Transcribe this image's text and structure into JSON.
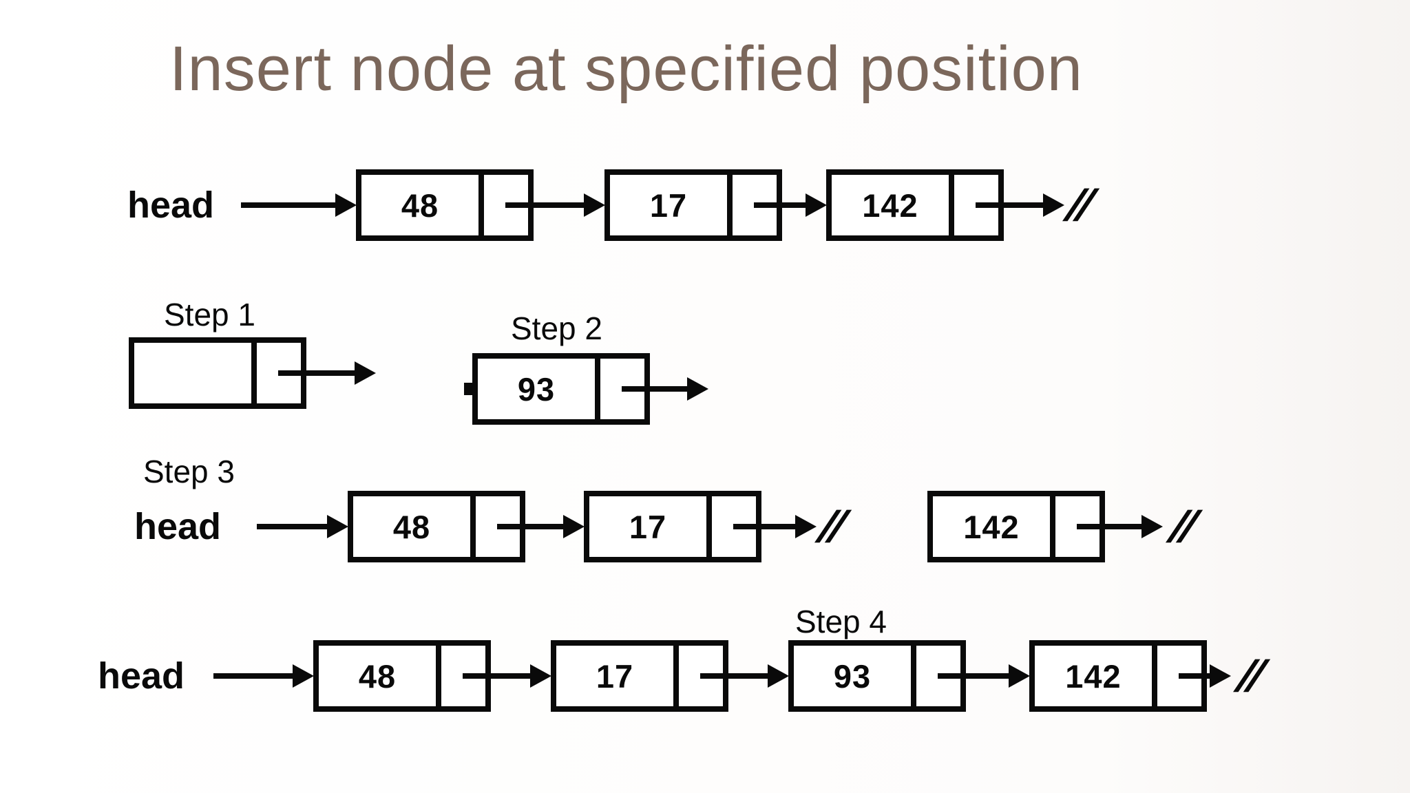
{
  "title": "Insert node at specified position",
  "null_marker": "//",
  "colors": {
    "title_text": "#7b675b",
    "diagram_ink": "#0a0a0a",
    "background": "#fdfdfc"
  },
  "original_list": {
    "head_label": "head",
    "nodes": [
      "48",
      "17",
      "142"
    ]
  },
  "steps": {
    "step1": {
      "label": "Step 1",
      "node_value": ""
    },
    "step2": {
      "label": "Step 2",
      "node_value": "93"
    },
    "step3": {
      "label": "Step 3",
      "head_label": "head",
      "chain_nodes": [
        "48",
        "17"
      ],
      "detached_node": "142"
    },
    "step4": {
      "label": "Step 4",
      "head_label": "head",
      "nodes": [
        "48",
        "17",
        "93",
        "142"
      ]
    }
  }
}
